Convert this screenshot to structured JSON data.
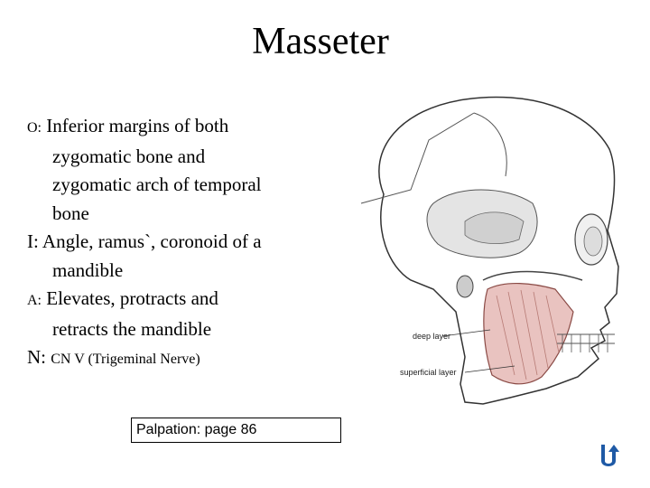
{
  "slide": {
    "title": "Masseter",
    "entries": [
      {
        "tag": "O:",
        "lines": [
          "Inferior margins of both",
          "zygomatic bone and",
          "zygomatic arch of temporal",
          "bone"
        ]
      },
      {
        "tag": "I:",
        "lines": [
          "Angle, ramus`, coronoid of a",
          "mandible"
        ]
      },
      {
        "tag": "A:",
        "lines": [
          "Elevates, protracts and",
          "retracts the mandible"
        ]
      },
      {
        "tag": "N:",
        "text": "CN V (Trigeminal Nerve)"
      }
    ],
    "palpation_label": "Palpation:  page 86"
  },
  "figure": {
    "labels": {
      "deep": "deep layer",
      "superficial": "superficial layer"
    },
    "colors": {
      "muscle": "#e9c3c0",
      "bone_shade": "#e4e4e4",
      "outline": "#333333"
    }
  },
  "nav": {
    "icon": "return-arrow-icon",
    "color": "#1f5aa6"
  }
}
